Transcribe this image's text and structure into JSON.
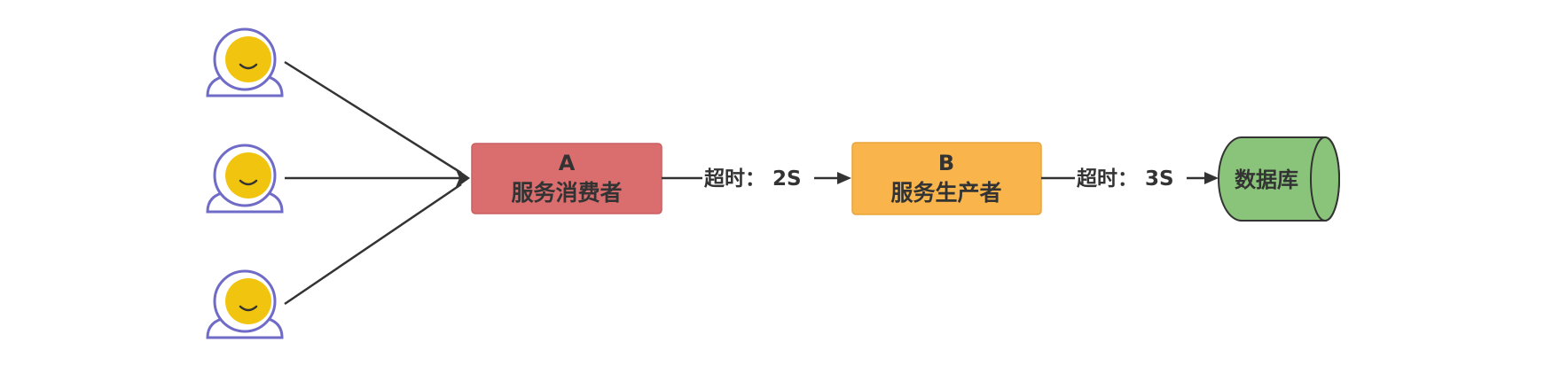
{
  "nodes": {
    "service_a": {
      "letter": "A",
      "name": "服务消费者",
      "fill": "#DA6E6F",
      "stroke": "#C95F60"
    },
    "service_b": {
      "letter": "B",
      "name": "服务生产者",
      "fill": "#F9B54B",
      "stroke": "#E9A43B"
    },
    "database": {
      "name": "数据库",
      "fill": "#8AC47B",
      "stroke": "#333333"
    }
  },
  "edges": {
    "a_to_b": {
      "label": "超时： 2S"
    },
    "b_to_db": {
      "label": "超时：  3S"
    }
  },
  "users": {
    "count": 3,
    "icon": "user-avatar-icon",
    "outline_color": "#6F6BC7",
    "face_color": "#F1C40F"
  },
  "colors": {
    "line": "#333333"
  }
}
